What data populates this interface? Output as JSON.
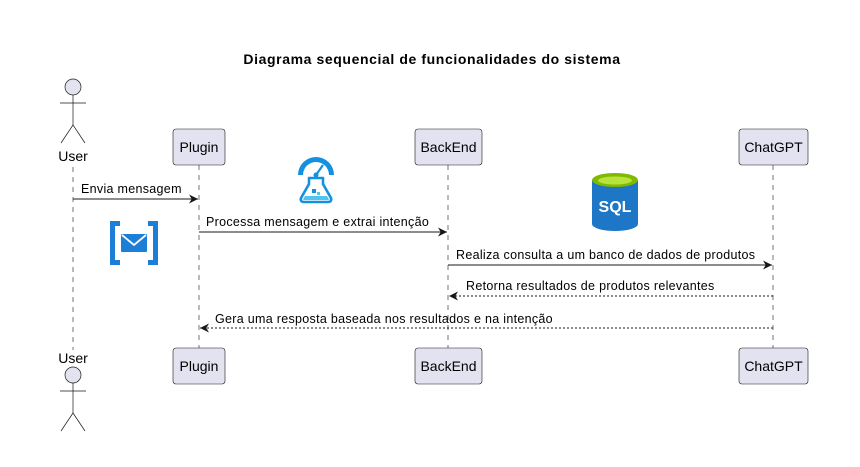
{
  "title": "Diagrama sequencial de funcionalidades do sistema",
  "participants": [
    {
      "id": "user",
      "label": "User",
      "kind": "actor"
    },
    {
      "id": "plugin",
      "label": "Plugin",
      "kind": "participant"
    },
    {
      "id": "backend",
      "label": "BackEnd",
      "kind": "participant"
    },
    {
      "id": "chatgpt",
      "label": "ChatGPT",
      "kind": "participant"
    }
  ],
  "messages": [
    {
      "from": "user",
      "to": "plugin",
      "label": "Envia mensagem",
      "style": "solid"
    },
    {
      "from": "plugin",
      "to": "backend",
      "label": "Processa mensagem e extrai intenção",
      "style": "solid"
    },
    {
      "from": "backend",
      "to": "chatgpt",
      "label": "Realiza consulta a um banco de dados de produtos",
      "style": "solid"
    },
    {
      "from": "chatgpt",
      "to": "backend",
      "label": "Retorna resultados de produtos relevantes",
      "style": "dotted"
    },
    {
      "from": "chatgpt",
      "to": "plugin",
      "label": "Gera uma resposta baseada nos resultados e na intenção",
      "style": "dotted"
    }
  ],
  "icons": {
    "queue": {
      "name": "queue-mail-icon",
      "color": "#1C7ED6"
    },
    "ai": {
      "name": "ai-flask-gauge-icon",
      "color": "#1490DF"
    },
    "sql": {
      "name": "sql-database-icon",
      "text": "SQL",
      "color": "#1E77C6",
      "top_color": "#7FBA00"
    }
  },
  "colors": {
    "participant_fill": "#E2E2F0",
    "line": "#181818"
  }
}
